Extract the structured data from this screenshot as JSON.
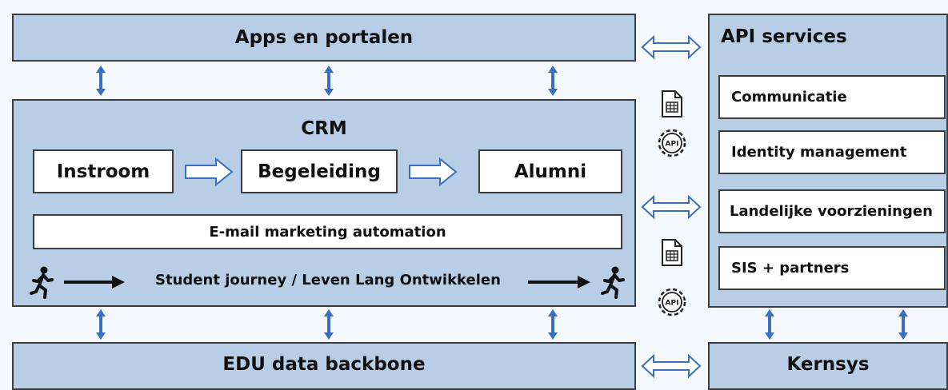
{
  "top": {
    "title": "Apps en portalen"
  },
  "api_services": {
    "title": "API services",
    "items": [
      "Communicatie",
      "Identity management",
      "Landelijke voorzieningen",
      "SIS + partners"
    ]
  },
  "crm": {
    "title": "CRM",
    "stages": [
      "Instroom",
      "Begeleiding",
      "Alumni"
    ],
    "email": "E-mail marketing automation",
    "journey": "Student journey / Leven Lang Ontwikkelen"
  },
  "bottom": {
    "backbone": "EDU data backbone",
    "kernsys": "Kernsys"
  },
  "icons": {
    "api_gear": "API",
    "document": "document-icon",
    "walker": "walking-person-icon"
  },
  "colors": {
    "box_fill": "#b8cde6",
    "border": "#3d3d3d",
    "arrow_blue": "#3a6fbf"
  }
}
